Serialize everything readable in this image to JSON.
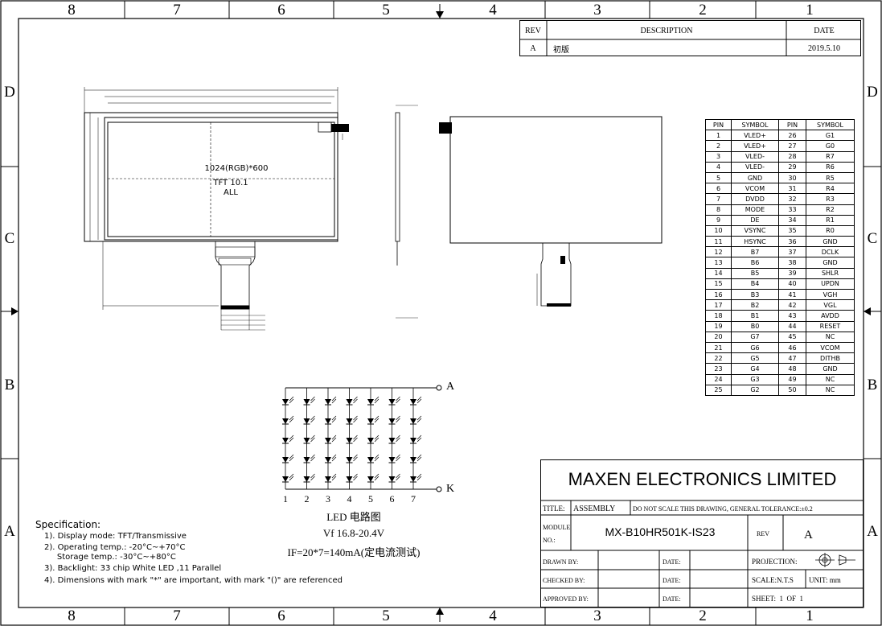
{
  "zones_top": [
    "8",
    "7",
    "6",
    "5",
    "4",
    "3",
    "2",
    "1"
  ],
  "zones_side": [
    "D",
    "C",
    "B",
    "A"
  ],
  "revision": {
    "header": {
      "rev": "REV",
      "description": "DESCRIPTION",
      "date": "DATE"
    },
    "row": {
      "rev": "A",
      "description": "初版",
      "date": "2019.5.10"
    }
  },
  "drawing": {
    "resolution": "1024(RGB)*600",
    "product_line1": "TFT 10.1",
    "product_line2": "ALL"
  },
  "pin_table": {
    "headers": [
      "PIN",
      "SYMBOL",
      "PIN",
      "SYMBOL"
    ],
    "rows": [
      [
        "1",
        "VLED+",
        "26",
        "G1"
      ],
      [
        "2",
        "VLED+",
        "27",
        "G0"
      ],
      [
        "3",
        "VLED-",
        "28",
        "R7"
      ],
      [
        "4",
        "VLED-",
        "29",
        "R6"
      ],
      [
        "5",
        "GND",
        "30",
        "R5"
      ],
      [
        "6",
        "VCOM",
        "31",
        "R4"
      ],
      [
        "7",
        "DVDD",
        "32",
        "R3"
      ],
      [
        "8",
        "MODE",
        "33",
        "R2"
      ],
      [
        "9",
        "DE",
        "34",
        "R1"
      ],
      [
        "10",
        "VSYNC",
        "35",
        "R0"
      ],
      [
        "11",
        "HSYNC",
        "36",
        "GND"
      ],
      [
        "12",
        "B7",
        "37",
        "DCLK"
      ],
      [
        "13",
        "B6",
        "38",
        "GND"
      ],
      [
        "14",
        "B5",
        "39",
        "SHLR"
      ],
      [
        "15",
        "B4",
        "40",
        "UPDN"
      ],
      [
        "16",
        "B3",
        "41",
        "VGH"
      ],
      [
        "17",
        "B2",
        "42",
        "VGL"
      ],
      [
        "18",
        "B1",
        "43",
        "AVDD"
      ],
      [
        "19",
        "B0",
        "44",
        "RESET"
      ],
      [
        "20",
        "G7",
        "45",
        "NC"
      ],
      [
        "21",
        "G6",
        "46",
        "VCOM"
      ],
      [
        "22",
        "G5",
        "47",
        "DITHB"
      ],
      [
        "23",
        "G4",
        "48",
        "GND"
      ],
      [
        "24",
        "G3",
        "49",
        "NC"
      ],
      [
        "25",
        "G2",
        "50",
        "NC"
      ]
    ]
  },
  "led": {
    "anode": "A",
    "cathode": "K",
    "columns": [
      "1",
      "2",
      "3",
      "4",
      "5",
      "6",
      "7"
    ],
    "title": "LED 电路图",
    "vf": "Vf 16.8-20.4V",
    "current": "IF=20*7=140mA(定电流测试)"
  },
  "spec": {
    "title": "Specification:",
    "lines": [
      "1). Display mode: TFT/Transmissive",
      "2). Operating temp.: -20°C~+70°C",
      "     Storage temp.: -30°C~+80°C",
      "3). Backlight: 33 chip White LED ,11 Parallel",
      "4). Dimensions with mark \"*\" are important, with mark \"()\" are referenced"
    ]
  },
  "title_block": {
    "company": "MAXEN ELECTRONICS LIMITED",
    "title_label": "TITLE:",
    "title_value": "ASSEMBLY",
    "note": "DO NOT SCALE THIS DRAWING, GENERAL TOLERANCE:±0.2",
    "module_label1": "MODULE",
    "module_label2": "NO.:",
    "module_no": "MX-B10HR501K-IS23",
    "rev_label": "REV",
    "rev_value": "A",
    "drawn_by": "DRAWN BY:",
    "checked_by": "CHECKED BY:",
    "approved_by": "APPROVED BY:",
    "date_label": "DATE:",
    "projection": "PROJECTION:",
    "scale": "SCALE:N.T.S",
    "unit": "UNIT: mm",
    "sheet": "SHEET:  1  OF  1"
  },
  "colors": {
    "line": "#000000",
    "paper": "#ffffff"
  }
}
